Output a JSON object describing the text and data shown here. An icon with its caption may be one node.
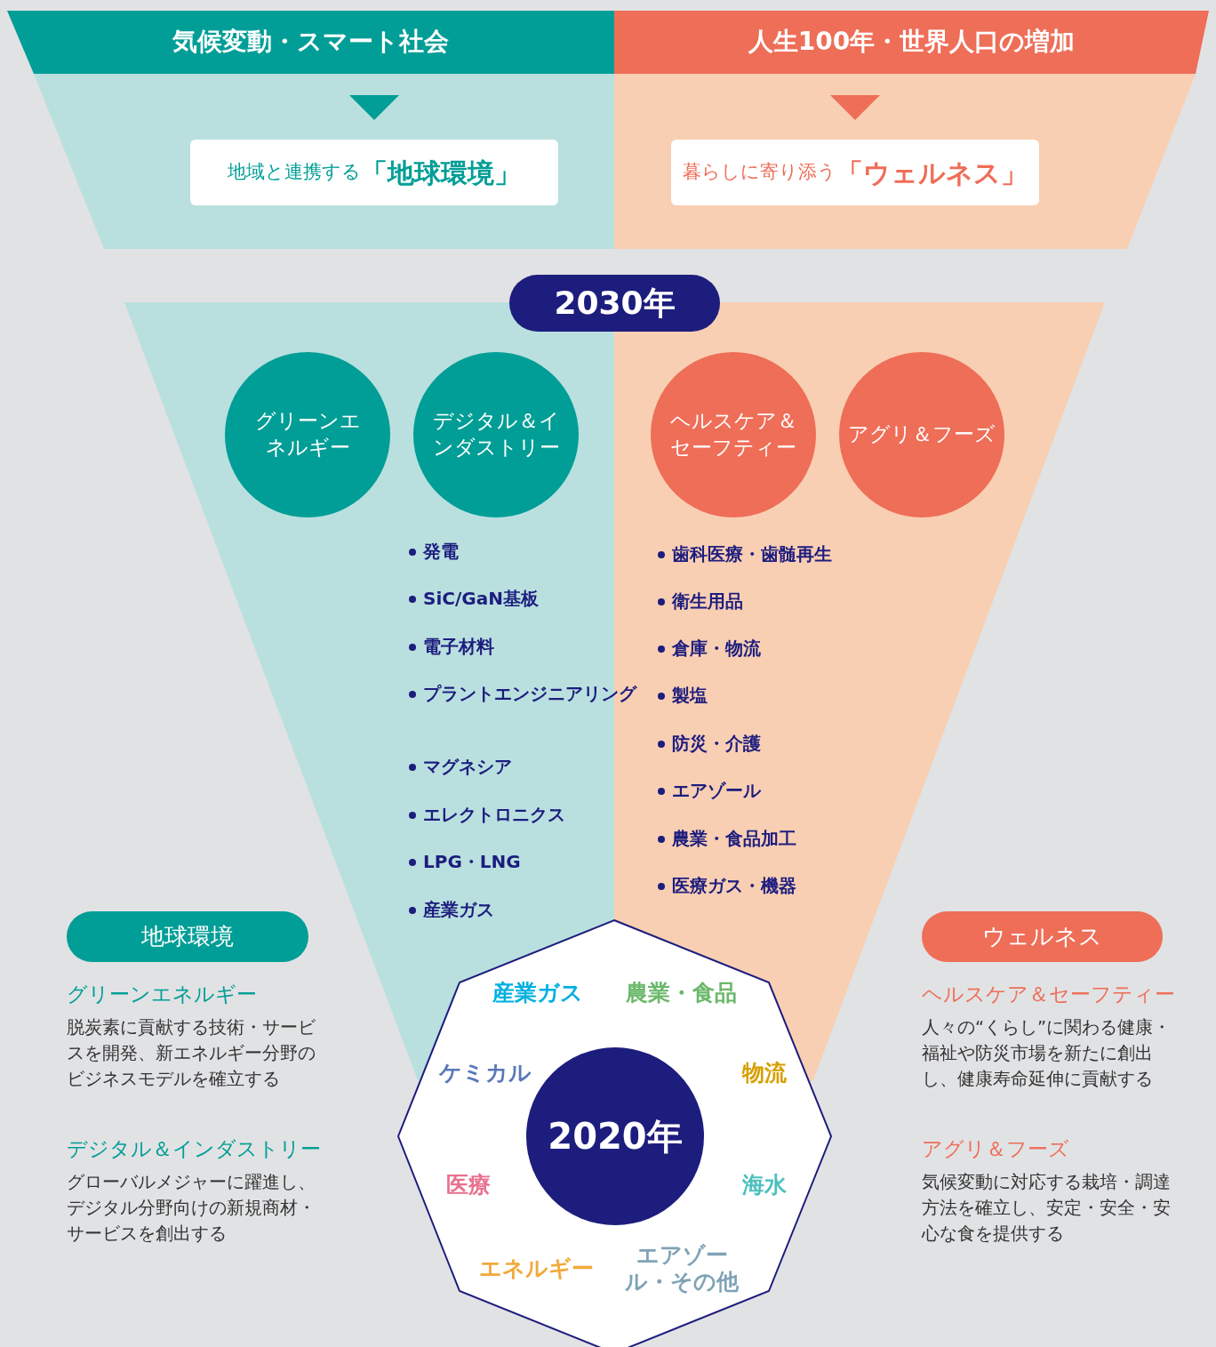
{
  "diagram": {
    "nodes": [
      {
        "text": [
          "気候変動・スマート社会"
        ]
      },
      {
        "text": [
          "人生100年・世界人口の増加"
        ]
      },
      {
        "text": [
          "地域と連携する**「地球環境」**"
        ]
      },
      {
        "text": [
          "暮らしに寄り添う**「ウェルネス」**"
        ]
      },
      {
        "text": [
          "2030年"
        ]
      },
      {
        "text": [
          "グリーンエネルギー"
        ]
      },
      {
        "text": [
          "デジタル＆インダストリー"
        ]
      },
      {
        "text": [
          "ヘルスケア＆セーフティー"
        ]
      },
      {
        "text": [
          "アグリ＆フーズ"
        ]
      },
      {
        "text": [
          "産業ガス",
          "農業・食品",
          "ケミカル",
          "物流",
          "医療",
          "海水",
          "エネルギー",
          "エアゾール・その他"
        ]
      },
      {
        "text": [
          "2020年"
        ],
        "in": 9
      },
      {
        "text": [
          "地球環境"
        ]
      },
      {
        "text": [
          "ウェルネス"
        ]
      }
    ],
    "edges": [
      {
        "from": 0,
        "to": 2,
        "arrow": "to"
      },
      {
        "from": 1,
        "to": 3,
        "arrow": "to"
      }
    ],
    "labels": [
      "発電",
      "SiC/GaN基板",
      "電子材料",
      "プラントエンジニアリング",
      "マグネシア",
      "エレクトロニクス",
      "LPG・LNG",
      "産業ガス",
      "歯科医療・歯髄再生",
      "衛生用品",
      "倉庫・物流",
      "製塩",
      "防災・介護",
      "エアゾール",
      "農業・食品加工",
      "医療ガス・機器",
      "グリーンエネルギー",
      "脱炭素に貢献する技術・サービスを開発、新エネルギー分野のビジネスモデルを確立する",
      "デジタル＆インダストリー",
      "グローバルメジャーに躍進し、デジタル分野向けの新規商材・サービスを創出する",
      "ヘルスケア＆セーフティー",
      "人々の“くらし”に関わる健康・福祉や防災市場を新たに創出し、健康寿命延伸に貢献する",
      "アグリ＆フーズ",
      "気候変動に対応する栽培・調達方法を確立し、安定・安全・安心な食を提供する"
    ]
  }
}
